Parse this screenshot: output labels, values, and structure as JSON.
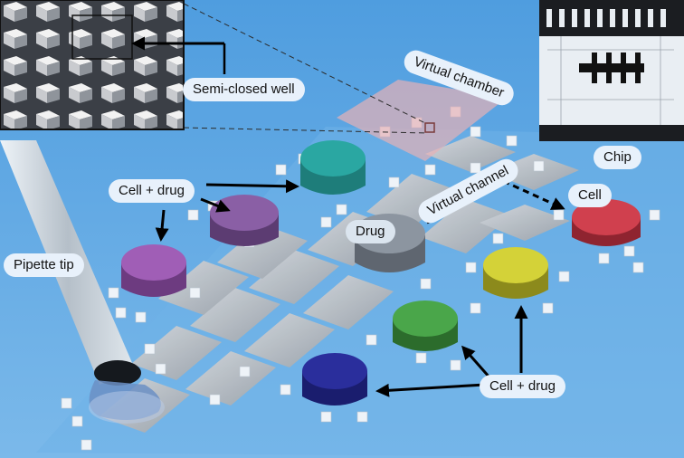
{
  "labels": {
    "semi_closed_well": "Semi-closed well",
    "virtual_chamber": "Virtual chamber",
    "virtual_channel": "Virtual channel",
    "chip": "Chip",
    "cell_drug_top": "Cell + drug",
    "cell_drug_bottom": "Cell + drug",
    "drug": "Drug",
    "cell": "Cell",
    "pipette_tip": "Pipette tip"
  },
  "colors": {
    "background": "#5ea7e2",
    "droplet_teal": "#2aa7a2",
    "droplet_purple": "#8a5fa5",
    "droplet_magenta": "#a05eb6",
    "droplet_red": "#d0404e",
    "droplet_yellow": "#d4d238",
    "droplet_green": "#4aa64a",
    "droplet_blue": "#2a2e9c",
    "droplet_grey": "#8c95a0"
  },
  "icons": [
    "arrow-icon",
    "dashed-arrow-icon",
    "pipette-tip-icon",
    "droplet-icon"
  ]
}
